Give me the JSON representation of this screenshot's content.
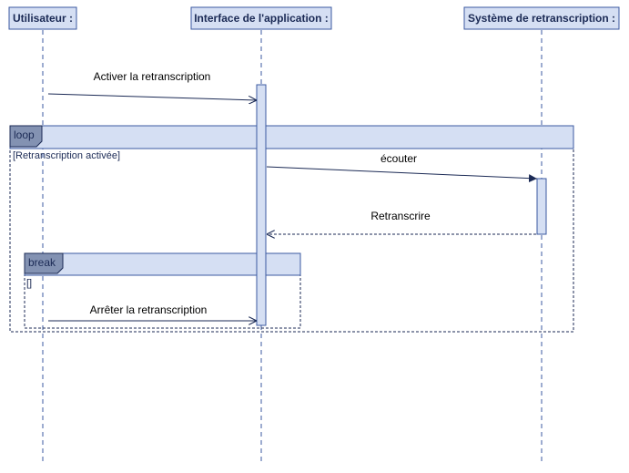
{
  "colors": {
    "head_fill": "#d5dff3",
    "head_stroke": "#3b5aa0",
    "frame_stroke": "#1b2a55",
    "activation_fill": "#d5dff3",
    "tag_fill": "#8392b2"
  },
  "lifelines": [
    {
      "id": "user",
      "label": "Utilisateur :"
    },
    {
      "id": "app",
      "label": "Interface de l'application :"
    },
    {
      "id": "system",
      "label": "Système de retranscription :"
    }
  ],
  "messages": [
    {
      "label": "Activer la retranscription",
      "from": "user",
      "to": "app",
      "style": "sync"
    },
    {
      "label": "écouter",
      "from": "app",
      "to": "system",
      "style": "sync"
    },
    {
      "label": "Retranscrire",
      "from": "system",
      "to": "app",
      "style": "return"
    },
    {
      "label": "Arrêter la retranscription",
      "from": "user",
      "to": "app",
      "style": "sync"
    }
  ],
  "fragments": [
    {
      "operator": "loop",
      "guard": "[Retranscription activée]"
    },
    {
      "operator": "break",
      "guard": "[]"
    }
  ]
}
